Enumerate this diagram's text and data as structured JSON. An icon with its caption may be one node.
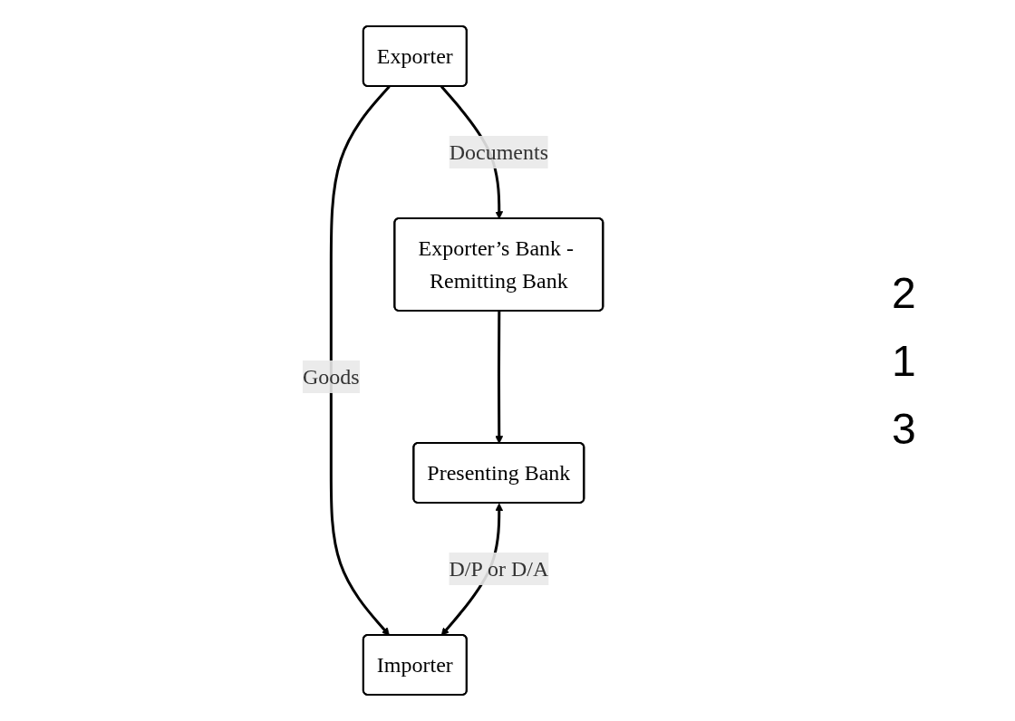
{
  "diagram": {
    "nodes": [
      {
        "text": [
          "Exporter’s Bank - Remitting Bank"
        ]
      },
      {
        "text": [
          "Presenting Bank"
        ]
      },
      {
        "text": [
          "Exporter"
        ]
      },
      {
        "text": [
          "Importer"
        ]
      }
    ],
    "edges": [
      {
        "from": 0,
        "to": 1,
        "arrow": "to"
      },
      {
        "from": 2,
        "to": 0,
        "arrow": "to",
        "label": "Documents"
      },
      {
        "from": 2,
        "to": 3,
        "arrow": "to",
        "label": "Goods"
      },
      {
        "from": 1,
        "to": 3,
        "arrow": "both",
        "label": "D/P or D/A"
      }
    ],
    "labels": [
      "2",
      "1",
      "3"
    ]
  }
}
